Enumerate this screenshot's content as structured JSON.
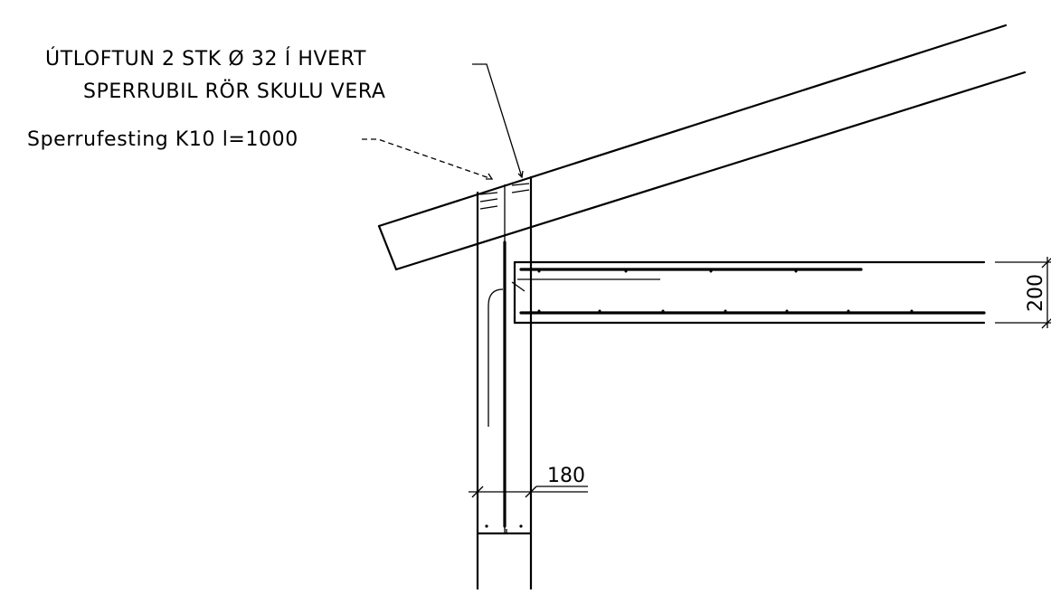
{
  "annotations": {
    "vent_note_line1": "ÚTLOFTUN 2 STK Ø 32 Í HVERT",
    "vent_note_line2": "SPERRUBIL RÖR SKULU VERA",
    "anchor_note": "Sperrufesting K10 l=1000"
  },
  "dimensions": {
    "slab_thickness": "200",
    "wall_thickness": "180"
  }
}
